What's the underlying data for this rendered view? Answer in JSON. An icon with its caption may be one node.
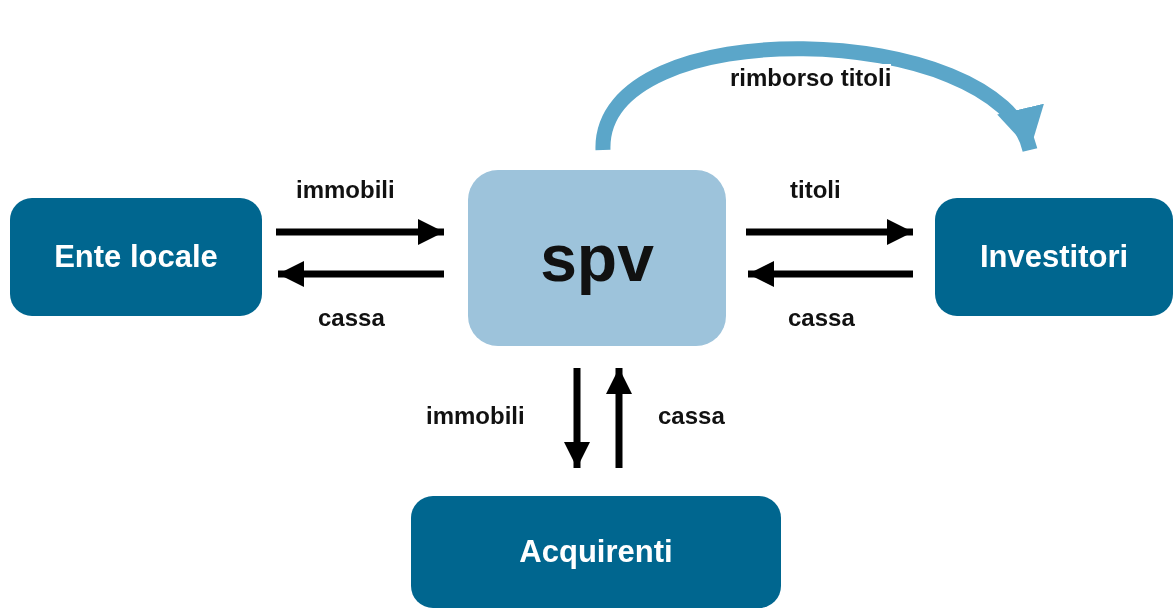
{
  "diagram": {
    "nodes": [
      {
        "text": [
          "Ente locale"
        ]
      },
      {
        "text": [
          "spv"
        ]
      },
      {
        "text": [
          "Investitori"
        ]
      },
      {
        "text": [
          "Acquirenti"
        ]
      }
    ],
    "edges": [
      {
        "from": 0,
        "to": 1,
        "arrow": "to",
        "label": "immobili"
      },
      {
        "from": 1,
        "to": 0,
        "arrow": "to",
        "label": "cassa"
      },
      {
        "from": 1,
        "to": 2,
        "arrow": "to",
        "label": "titoli"
      },
      {
        "from": 2,
        "to": 1,
        "arrow": "to",
        "label": "cassa"
      },
      {
        "from": 1,
        "to": 3,
        "arrow": "to",
        "label": "immobili"
      },
      {
        "from": 3,
        "to": 1,
        "arrow": "to",
        "label": "cassa"
      },
      {
        "from": 1,
        "to": 2,
        "arrow": "to",
        "label": "rimborso titoli",
        "style": "thick",
        "color": "#5ba6c9"
      }
    ]
  }
}
